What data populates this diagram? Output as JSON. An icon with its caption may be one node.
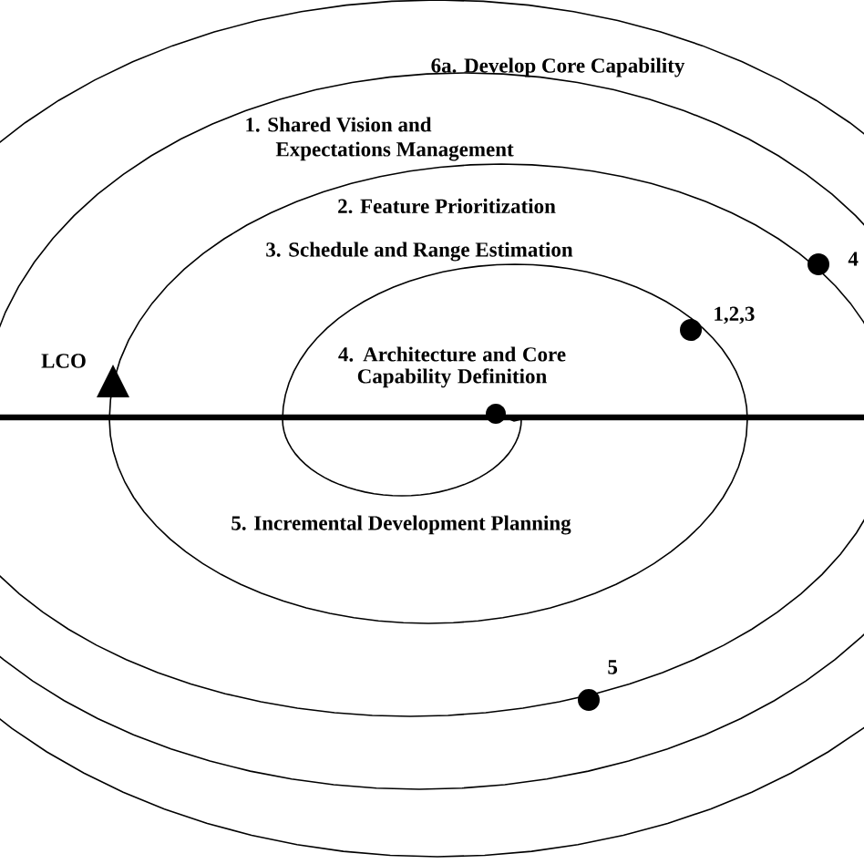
{
  "diagram": {
    "labels": [
      "6a. Develop Core Capability",
      "1. Shared Vision and Expectations Management",
      "2. Feature Prioritization",
      "3. Schedule and Range Estimation",
      "4",
      "1,2,3",
      "LCO",
      "4. Architecture and Core Capability Definition",
      "5. Incremental Development Planning",
      "5"
    ]
  }
}
